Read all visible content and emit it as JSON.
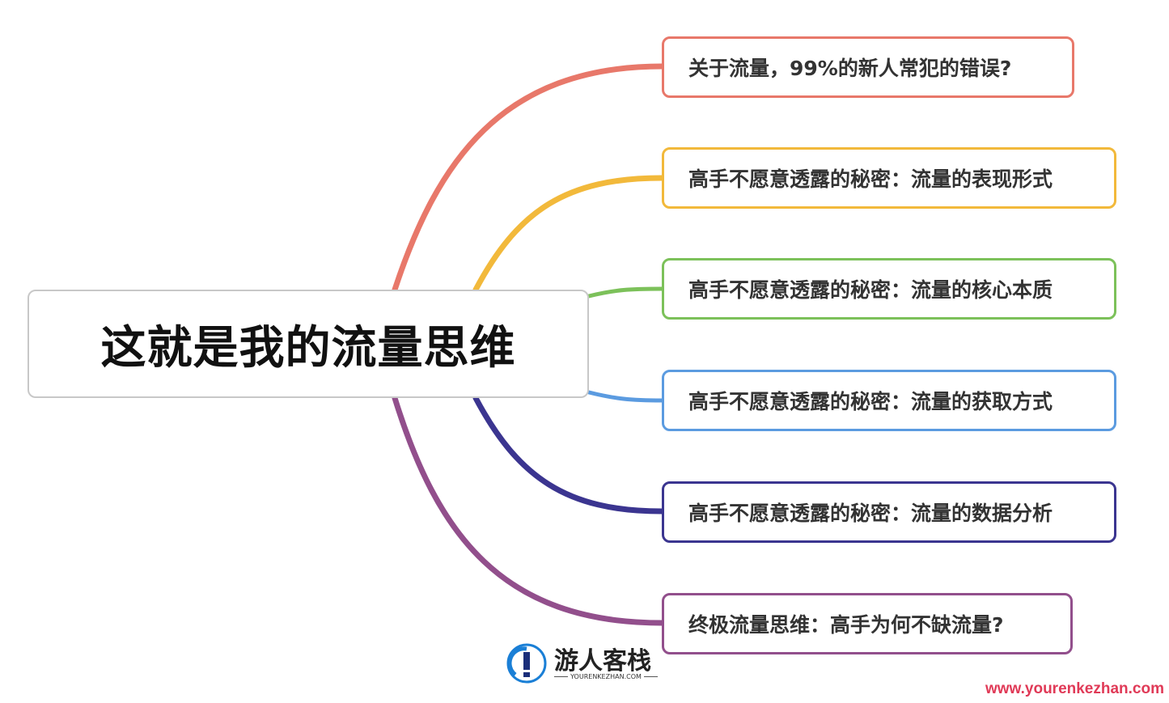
{
  "central": {
    "title": "这就是我的流量思维"
  },
  "branches": [
    {
      "label": "关于流量，99%的新人常犯的错误?",
      "color": "#e8786a"
    },
    {
      "label": "高手不愿意透露的秘密：流量的表现形式",
      "color": "#f2b93b"
    },
    {
      "label": "高手不愿意透露的秘密：流量的核心本质",
      "color": "#7cc15a"
    },
    {
      "label": "高手不愿意透露的秘密：流量的获取方式",
      "color": "#5b9be0"
    },
    {
      "label": "高手不愿意透露的秘密：流量的数据分析",
      "color": "#3b3590"
    },
    {
      "label": "终极流量思维：高手为何不缺流量?",
      "color": "#924f8c"
    }
  ],
  "watermark": {
    "brand_name": "游人客栈",
    "brand_sub": "YOURENKEZHAN.COM",
    "url": "www.yourenkezhan.com",
    "url_color": "#e03a57"
  }
}
